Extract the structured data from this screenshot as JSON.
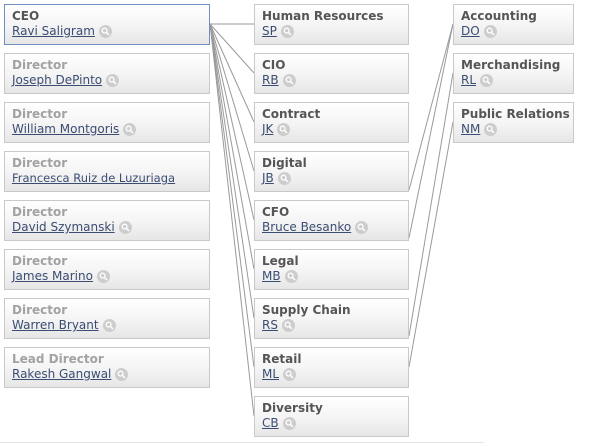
{
  "org_chart": {
    "ceo": {
      "title": "CEO",
      "name": "Ravi Saligram"
    },
    "board": [
      {
        "title": "Director",
        "name": "Joseph DePinto"
      },
      {
        "title": "Director",
        "name": "William Montgoris"
      },
      {
        "title": "Director",
        "name": "Francesca Ruiz de Luzuriaga"
      },
      {
        "title": "Director",
        "name": "David Szymanski"
      },
      {
        "title": "Director",
        "name": "James Marino"
      },
      {
        "title": "Director",
        "name": "Warren Bryant"
      },
      {
        "title": "Lead Director",
        "name": "Rakesh Gangwal"
      }
    ],
    "departments": [
      {
        "title": "Human Resources",
        "name": "SP"
      },
      {
        "title": "CIO",
        "name": "RB"
      },
      {
        "title": "Contract",
        "name": "JK"
      },
      {
        "title": "Digital",
        "name": "JB"
      },
      {
        "title": "CFO",
        "name": "Bruce Besanko"
      },
      {
        "title": "Legal",
        "name": "MB"
      },
      {
        "title": "Supply Chain",
        "name": "RS"
      },
      {
        "title": "Retail",
        "name": "ML"
      },
      {
        "title": "Diversity",
        "name": "CB"
      }
    ],
    "sub_departments": [
      {
        "title": "Accounting",
        "name": "DO"
      },
      {
        "title": "Merchandising",
        "name": "RL"
      },
      {
        "title": "Public Relations",
        "name": "NM"
      }
    ]
  },
  "icons": {
    "profile_lookup": "magnifier-icon"
  },
  "colors": {
    "selected_border": "#6f8fbd",
    "name_link": "#3b4d72",
    "dim_title": "#a2a2a2"
  }
}
